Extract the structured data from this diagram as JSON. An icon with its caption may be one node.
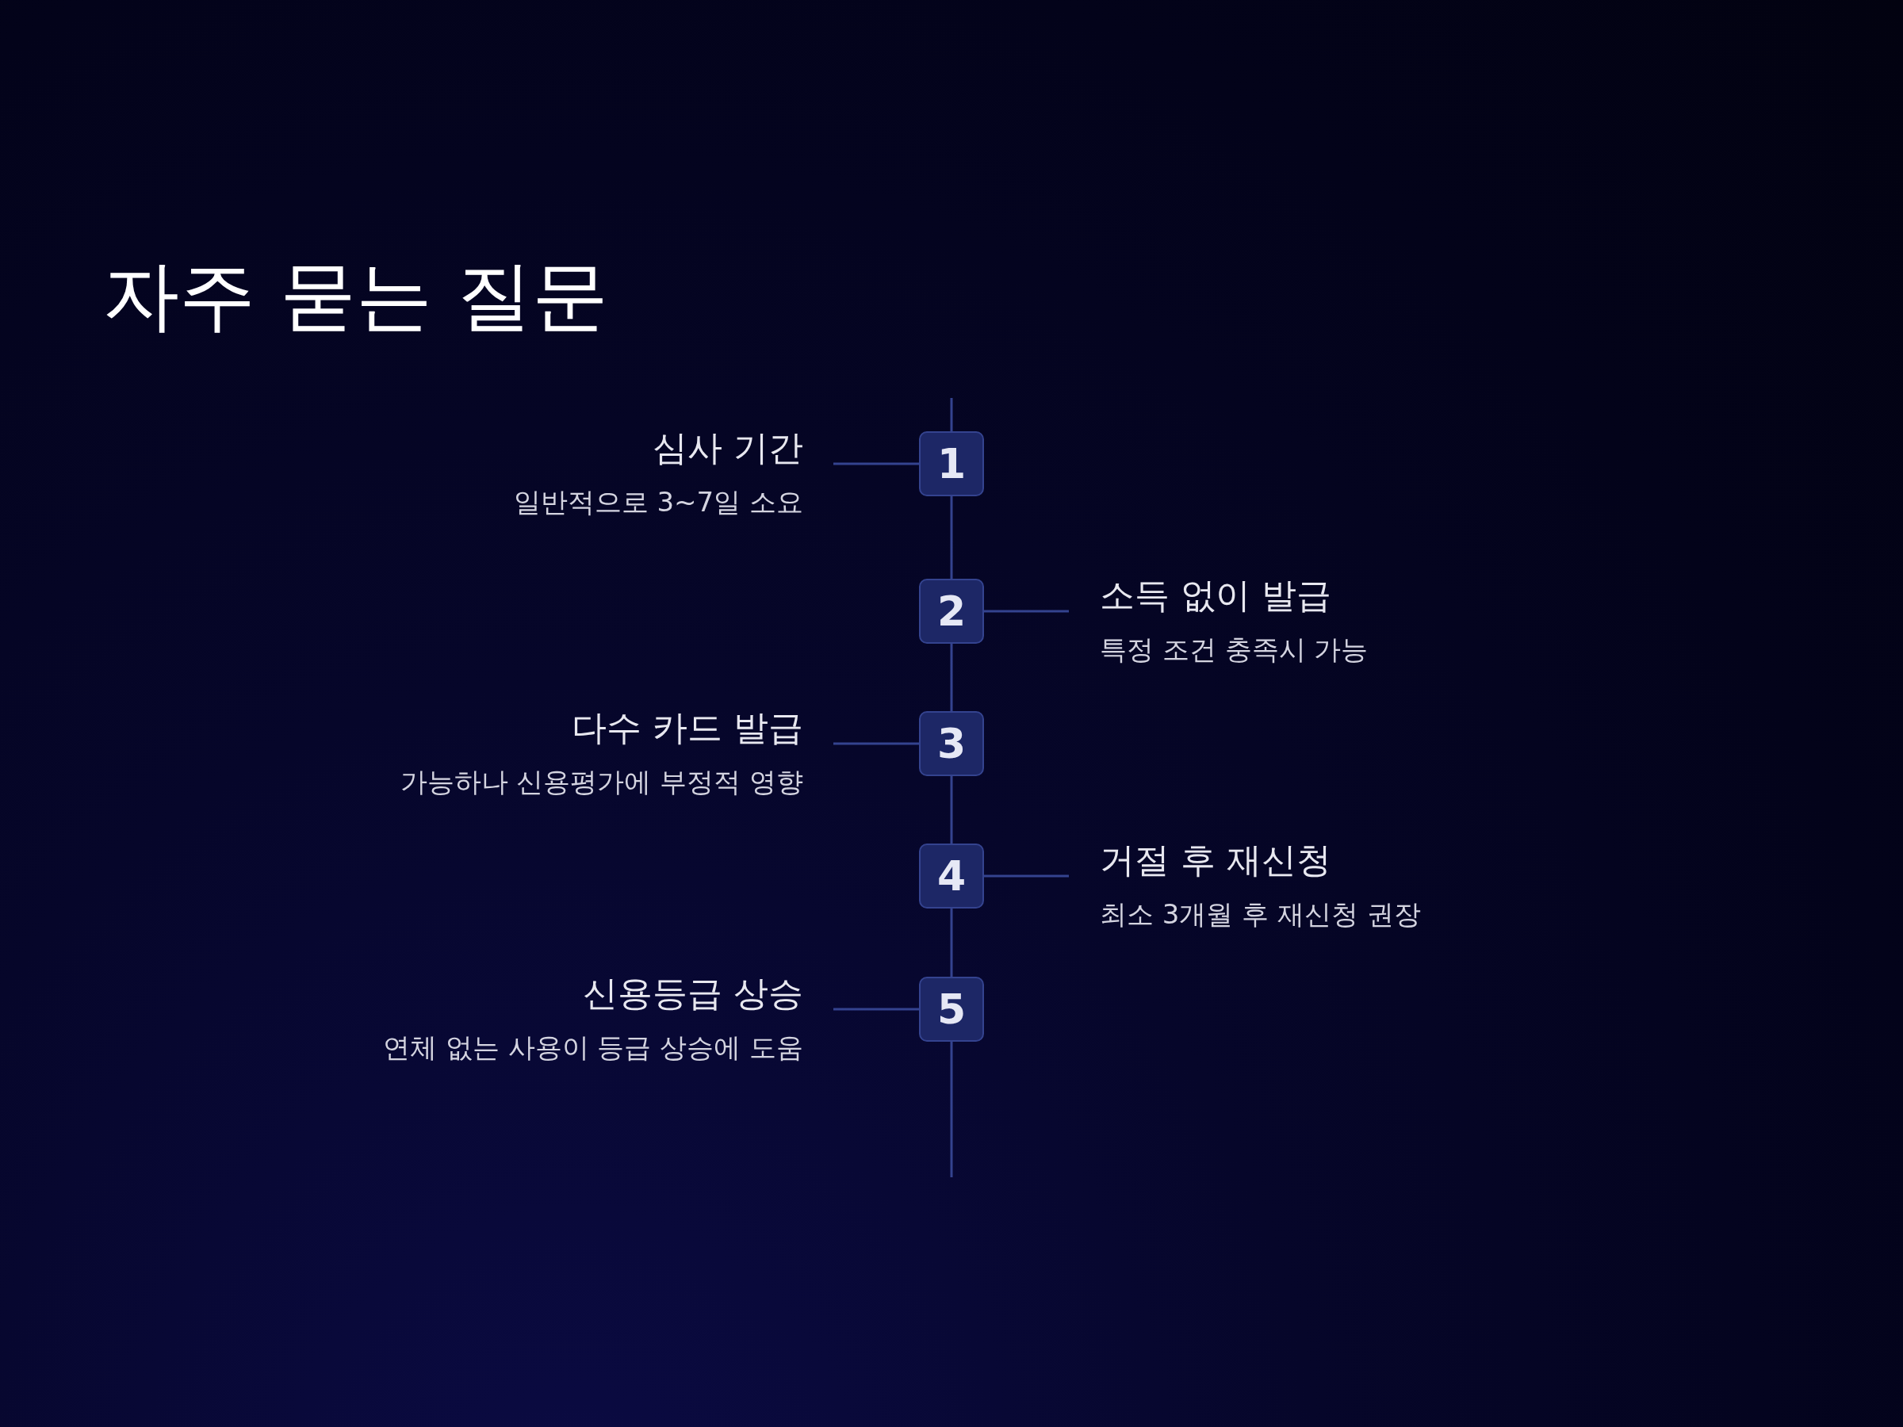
{
  "diagram": {
    "title": "자주 묻는 질문",
    "nodes": [
      {
        "text": [
          "심사 기간",
          "일반적으로 3~7일 소요"
        ]
      },
      {
        "text": [
          "1"
        ]
      },
      {
        "text": [
          "2"
        ]
      },
      {
        "text": [
          "소득 없이 발급",
          "특정 조건 충족시 가능"
        ]
      },
      {
        "text": [
          "다수 카드 발급",
          "가능하나 신용평가에 부정적 영향"
        ]
      },
      {
        "text": [
          "3"
        ]
      },
      {
        "text": [
          "4"
        ]
      },
      {
        "text": [
          "거절 후 재신청",
          "최소 3개월 후 재신청 권장"
        ]
      },
      {
        "text": [
          "신용등급 상승",
          "연체 없는 사용이 등급 상승에 도움"
        ]
      },
      {
        "text": [
          "5"
        ]
      }
    ],
    "edges": [
      {
        "from": 0,
        "to": 1,
        "arrow": "none"
      },
      {
        "from": 1,
        "to": 2,
        "arrow": "none"
      },
      {
        "from": 2,
        "to": 3,
        "arrow": "none"
      },
      {
        "from": 4,
        "to": 5,
        "arrow": "none"
      },
      {
        "from": 2,
        "to": 5,
        "arrow": "none"
      },
      {
        "from": 5,
        "to": 6,
        "arrow": "none"
      },
      {
        "from": 6,
        "to": 7,
        "arrow": "none"
      },
      {
        "from": 8,
        "to": 9,
        "arrow": "none"
      },
      {
        "from": 6,
        "to": 9,
        "arrow": "none"
      }
    ]
  }
}
